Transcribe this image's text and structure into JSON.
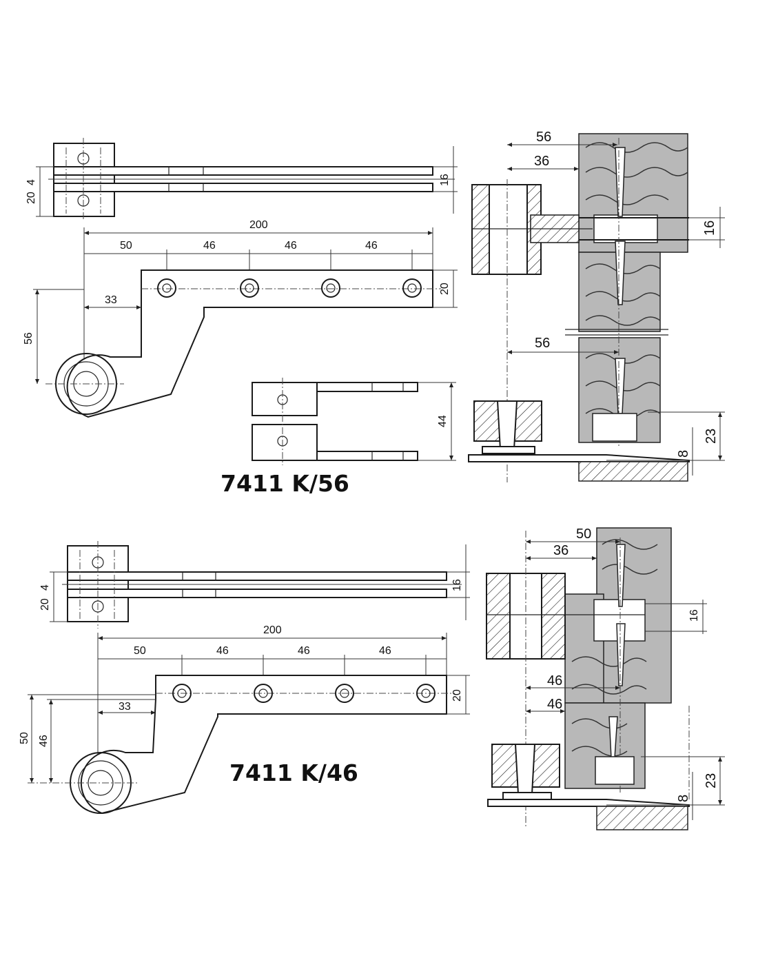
{
  "labels": {
    "model_top": "7411 K/56",
    "model_bottom": "7411 K/46"
  },
  "dimensions": {
    "top_left": {
      "d200": "200",
      "d50": "50",
      "d46a": "46",
      "d46b": "46",
      "d46c": "46",
      "d33": "33",
      "d56": "56",
      "d20": "20",
      "d4": "4",
      "d20b": "20",
      "d16": "16",
      "d44": "44"
    },
    "top_right": {
      "d56": "56",
      "d36": "36",
      "d16": "16",
      "d56b": "56",
      "d23": "23",
      "d8": "8"
    },
    "bottom_left": {
      "d200": "200",
      "d50": "50",
      "d46a": "46",
      "d46b": "46",
      "d46c": "46",
      "d33": "33",
      "d50v": "50",
      "d46v": "46",
      "d20": "20",
      "d4": "4",
      "d20b": "20",
      "d16": "16"
    },
    "bottom_right": {
      "d50": "50",
      "d36": "36",
      "d16": "16",
      "d46": "46",
      "d46b": "46",
      "d23": "23",
      "d8": "8"
    }
  }
}
